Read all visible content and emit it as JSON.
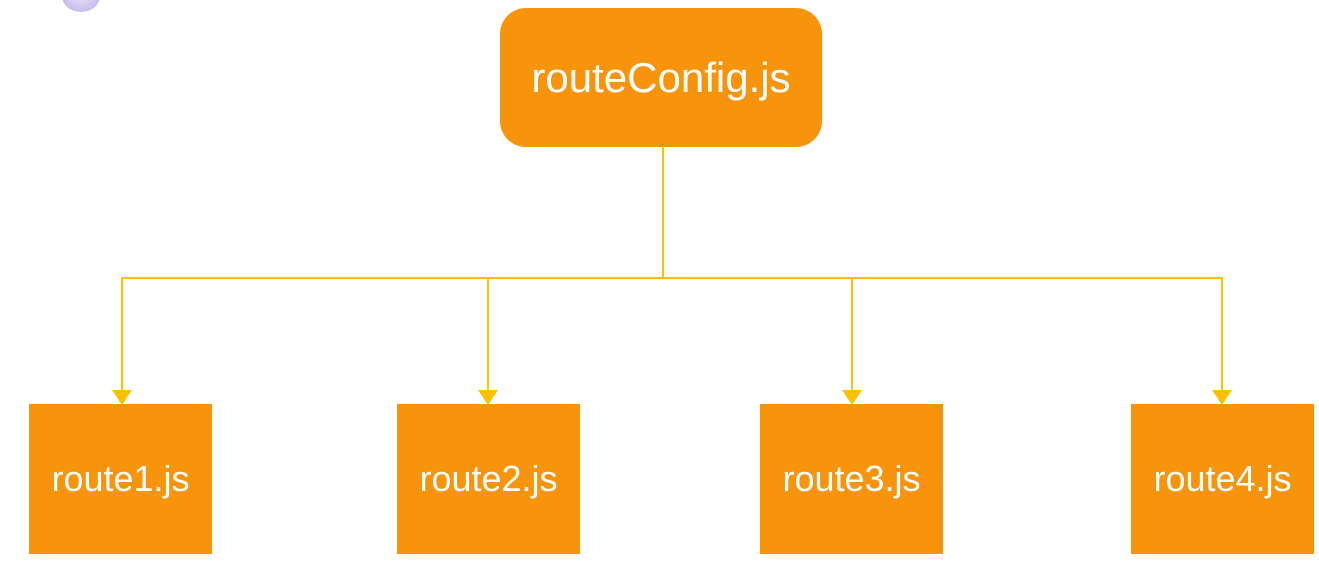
{
  "diagram": {
    "title_node": {
      "label": "routeConfig.js"
    },
    "child_nodes": [
      {
        "label": "route1.js"
      },
      {
        "label": "route2.js"
      },
      {
        "label": "route3.js"
      },
      {
        "label": "route4.js"
      }
    ],
    "colors": {
      "node_fill": "#f7940b",
      "connector": "#ffc000",
      "node_text": "#ffffff",
      "bubble_decoration": "#c9b8eb"
    }
  }
}
